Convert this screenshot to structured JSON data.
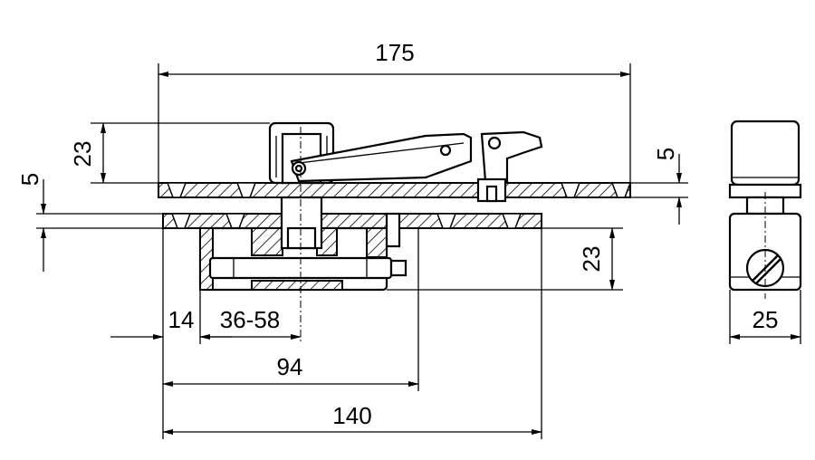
{
  "dimensions": {
    "overall_width": "175",
    "height_upper": "23",
    "plate_left": "5",
    "plate_right": "5",
    "height_lower": "23",
    "offset": "14",
    "range": "36-58",
    "mid_length": "94",
    "base_length": "140",
    "side_width": "25"
  },
  "colors": {
    "line": "#000000",
    "background": "#ffffff"
  }
}
